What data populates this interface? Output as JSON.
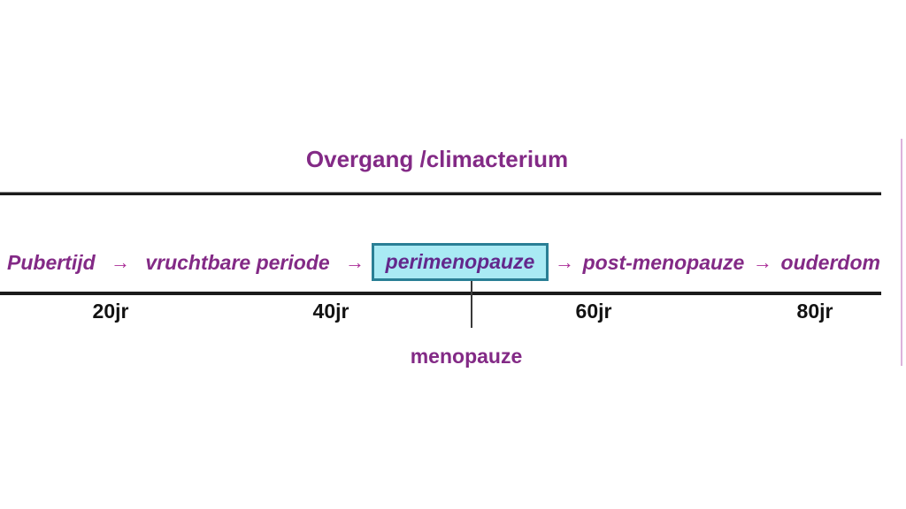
{
  "diagram": {
    "title": "Overgang /climacterium",
    "arrow": "→",
    "stages": [
      {
        "label": "Pubertijd"
      },
      {
        "label": "vruchtbare periode"
      },
      {
        "label": "perimenopauze",
        "boxed": true
      },
      {
        "label": "post-menopauze"
      },
      {
        "label": "ouderdom"
      }
    ],
    "axis_ticks": [
      "20jr",
      "40jr",
      "60jr",
      "80jr"
    ],
    "annotation": "menopauze",
    "colors": {
      "text_purple": "#832a86",
      "box_text_purple": "#63288c",
      "arrow_magenta": "#a92b96",
      "box_fill_cyan": "#a9eaf4",
      "box_border_teal": "#2a7f95",
      "line_black": "#1b1b1b",
      "edge_line_pink": "#dcb3dc"
    }
  }
}
